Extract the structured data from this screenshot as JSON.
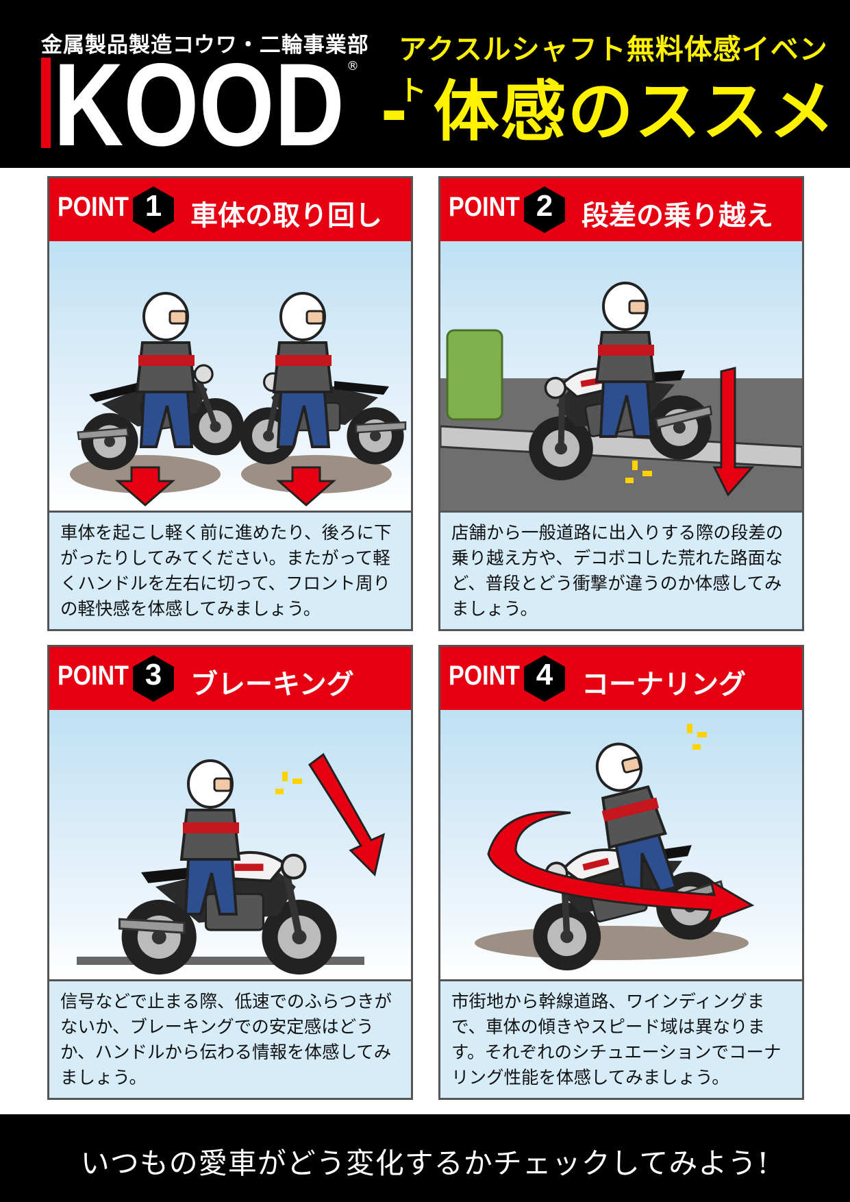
{
  "header": {
    "company": "金属製品製造コウワ・二輪事業部",
    "logo_text": "KOOD",
    "registered_mark": "®",
    "event_title": "アクスルシャフト無料体感イベント",
    "headline": "- 体感のススメ -"
  },
  "colors": {
    "brand_red": "#e60012",
    "accent_yellow": "#fff200",
    "panel_text_bg": "#d6ecf8",
    "dark": "#000000"
  },
  "points": [
    {
      "label": "POINT",
      "number": "1",
      "title": "車体の取り回し",
      "illustration": "rider-pushing-motorcycle-icon",
      "description": "車体を起こし軽く前に進めたり、後ろに下がったりしてみてください。またがって軽くハンドルを左右に切って、フロント周りの軽快感を体感してみましょう。"
    },
    {
      "label": "POINT",
      "number": "2",
      "title": "段差の乗り越え",
      "illustration": "rider-crossing-curb-icon",
      "description": "店舗から一般道路に出入りする際の段差の乗り越え方や、デコボコした荒れた路面など、普段とどう衝撃が違うのか体感してみましょう。"
    },
    {
      "label": "POINT",
      "number": "3",
      "title": "ブレーキング",
      "illustration": "rider-braking-icon",
      "description": "信号などで止まる際、低速でのふらつきがないか、ブレーキングでの安定感はどうか、ハンドルから伝わる情報を体感してみましょう。"
    },
    {
      "label": "POINT",
      "number": "4",
      "title": "コーナリング",
      "illustration": "rider-cornering-icon",
      "description": "市街地から幹線道路、ワインディングまで、車体の傾きやスピード域は異なります。それぞれのシチュエーションでコーナリング性能を体感してみましょう。"
    }
  ],
  "footer": {
    "text": "いつもの愛車がどう変化するかチェックしてみよう!"
  }
}
